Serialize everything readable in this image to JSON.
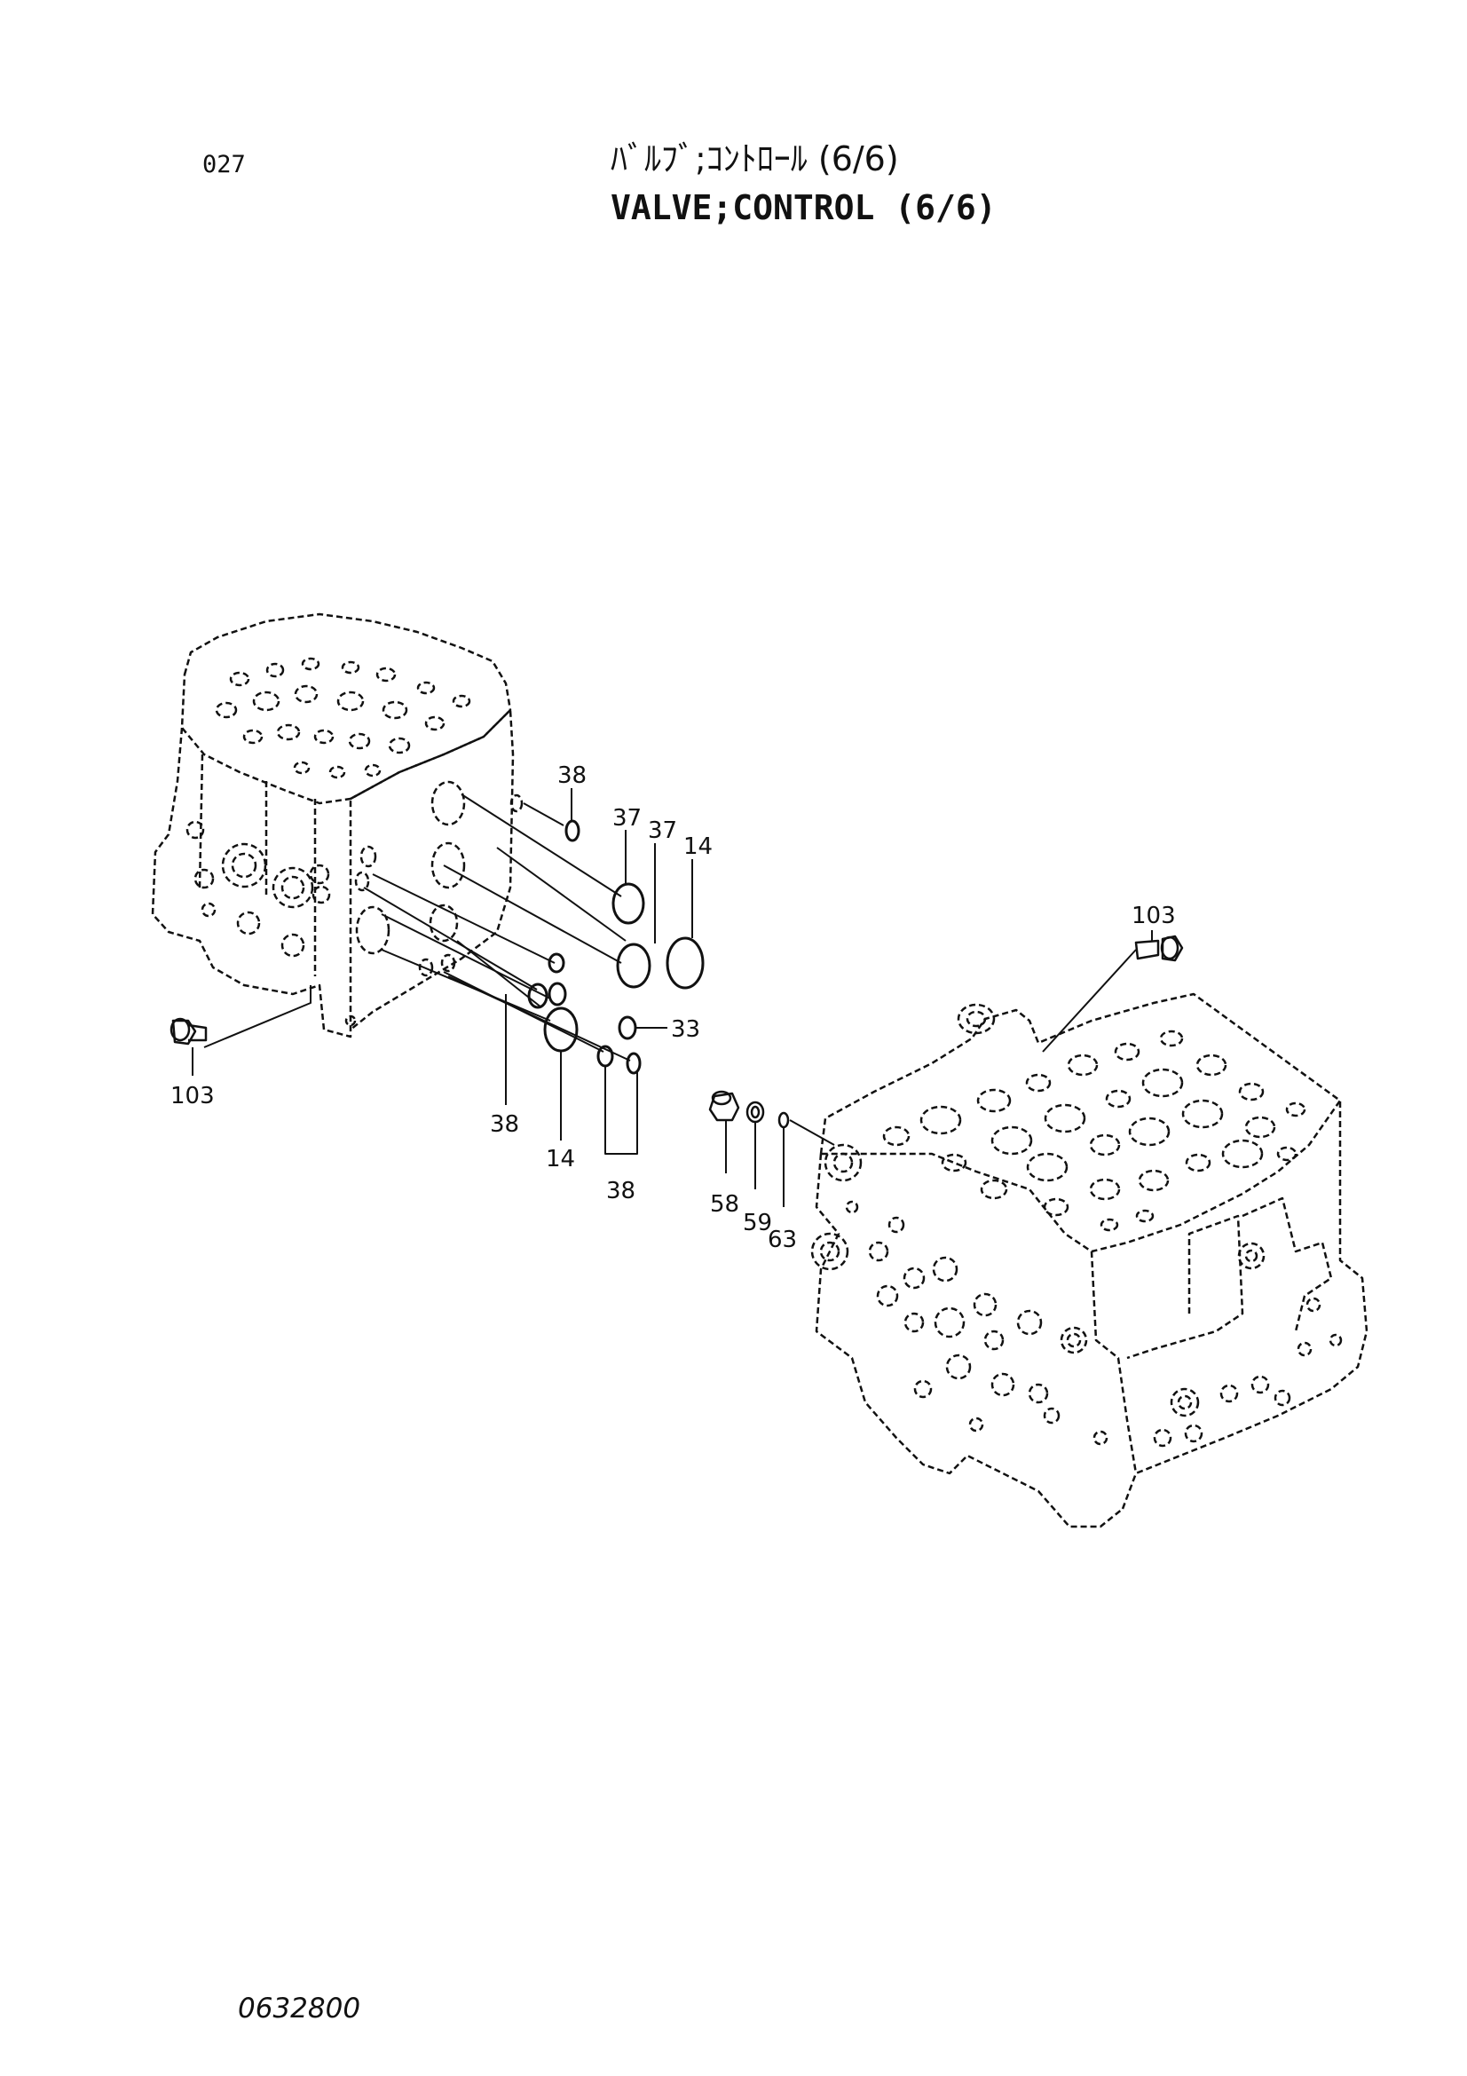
{
  "page": {
    "number": "027",
    "title_jp": "ﾊﾞﾙﾌﾞ;ｺﾝﾄﾛｰﾙ (6/6)",
    "title_en": "VALVE;CONTROL (6/6)",
    "drawing_number": "0632800"
  },
  "callouts": {
    "c38_top": "38",
    "c37_a": "37",
    "c37_b": "37",
    "c14_right": "14",
    "c33": "33",
    "c103_left": "103",
    "c38_mid": "38",
    "c14_bottom": "14",
    "c38_bottom": "38",
    "c103_right": "103",
    "c58": "58",
    "c59": "59",
    "c63": "63"
  }
}
